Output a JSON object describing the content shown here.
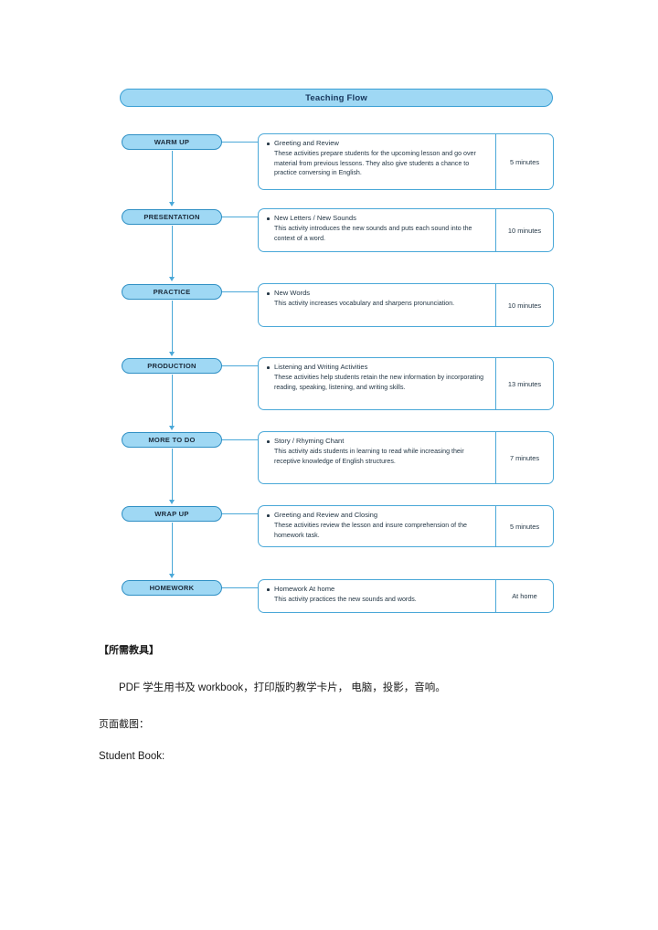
{
  "document": {
    "diagram": {
      "header_label": "Teaching Flow",
      "accent_fill": "#9fd8f4",
      "accent_border": "#3a9fd4",
      "line_color": "#4aa8d8",
      "rows": [
        {
          "stage": "WARM UP",
          "title": "Greeting and Review",
          "description": "These activities prepare students for the upcoming lesson and go over material from previous lessons. They also give students a chance to practice conversing in English.",
          "time": "5 minutes"
        },
        {
          "stage": "PRESENTATION",
          "title": "New Letters / New Sounds",
          "description": "This activity introduces the new sounds and puts each sound into the context of a word.",
          "time": "10 minutes"
        },
        {
          "stage": "PRACTICE",
          "title": "New Words",
          "description": "This activity increases vocabulary and sharpens pronunciation.",
          "time": "10 minutes"
        },
        {
          "stage": "PRODUCTION",
          "title": "Listening and Writing Activities",
          "description": "These activities help students retain the new information by incorporating reading, speaking, listening, and writing skills.",
          "time": "13 minutes"
        },
        {
          "stage": "MORE TO DO",
          "title": "Story / Rhyming Chant",
          "description": "This activity aids students in learning to read while increasing their receptive knowledge of English structures.",
          "time": "7 minutes"
        },
        {
          "stage": "WRAP UP",
          "title": "Greeting and Review and Closing",
          "description": "These activities review the lesson and insure comprehension of the homework task.",
          "time": "5 minutes"
        },
        {
          "stage": "HOMEWORK",
          "title": "Homework At home",
          "description": "This activity practices the new sounds and words.",
          "time": "At home"
        }
      ]
    },
    "text": {
      "materials_heading": "【所需教具】",
      "materials_body": "PDF 学生用书及 workbook，打印版旳教学卡片， 电脑，投影，音响。",
      "screenshot_label": "页面截图：",
      "student_book_label": "Student Book:"
    }
  }
}
